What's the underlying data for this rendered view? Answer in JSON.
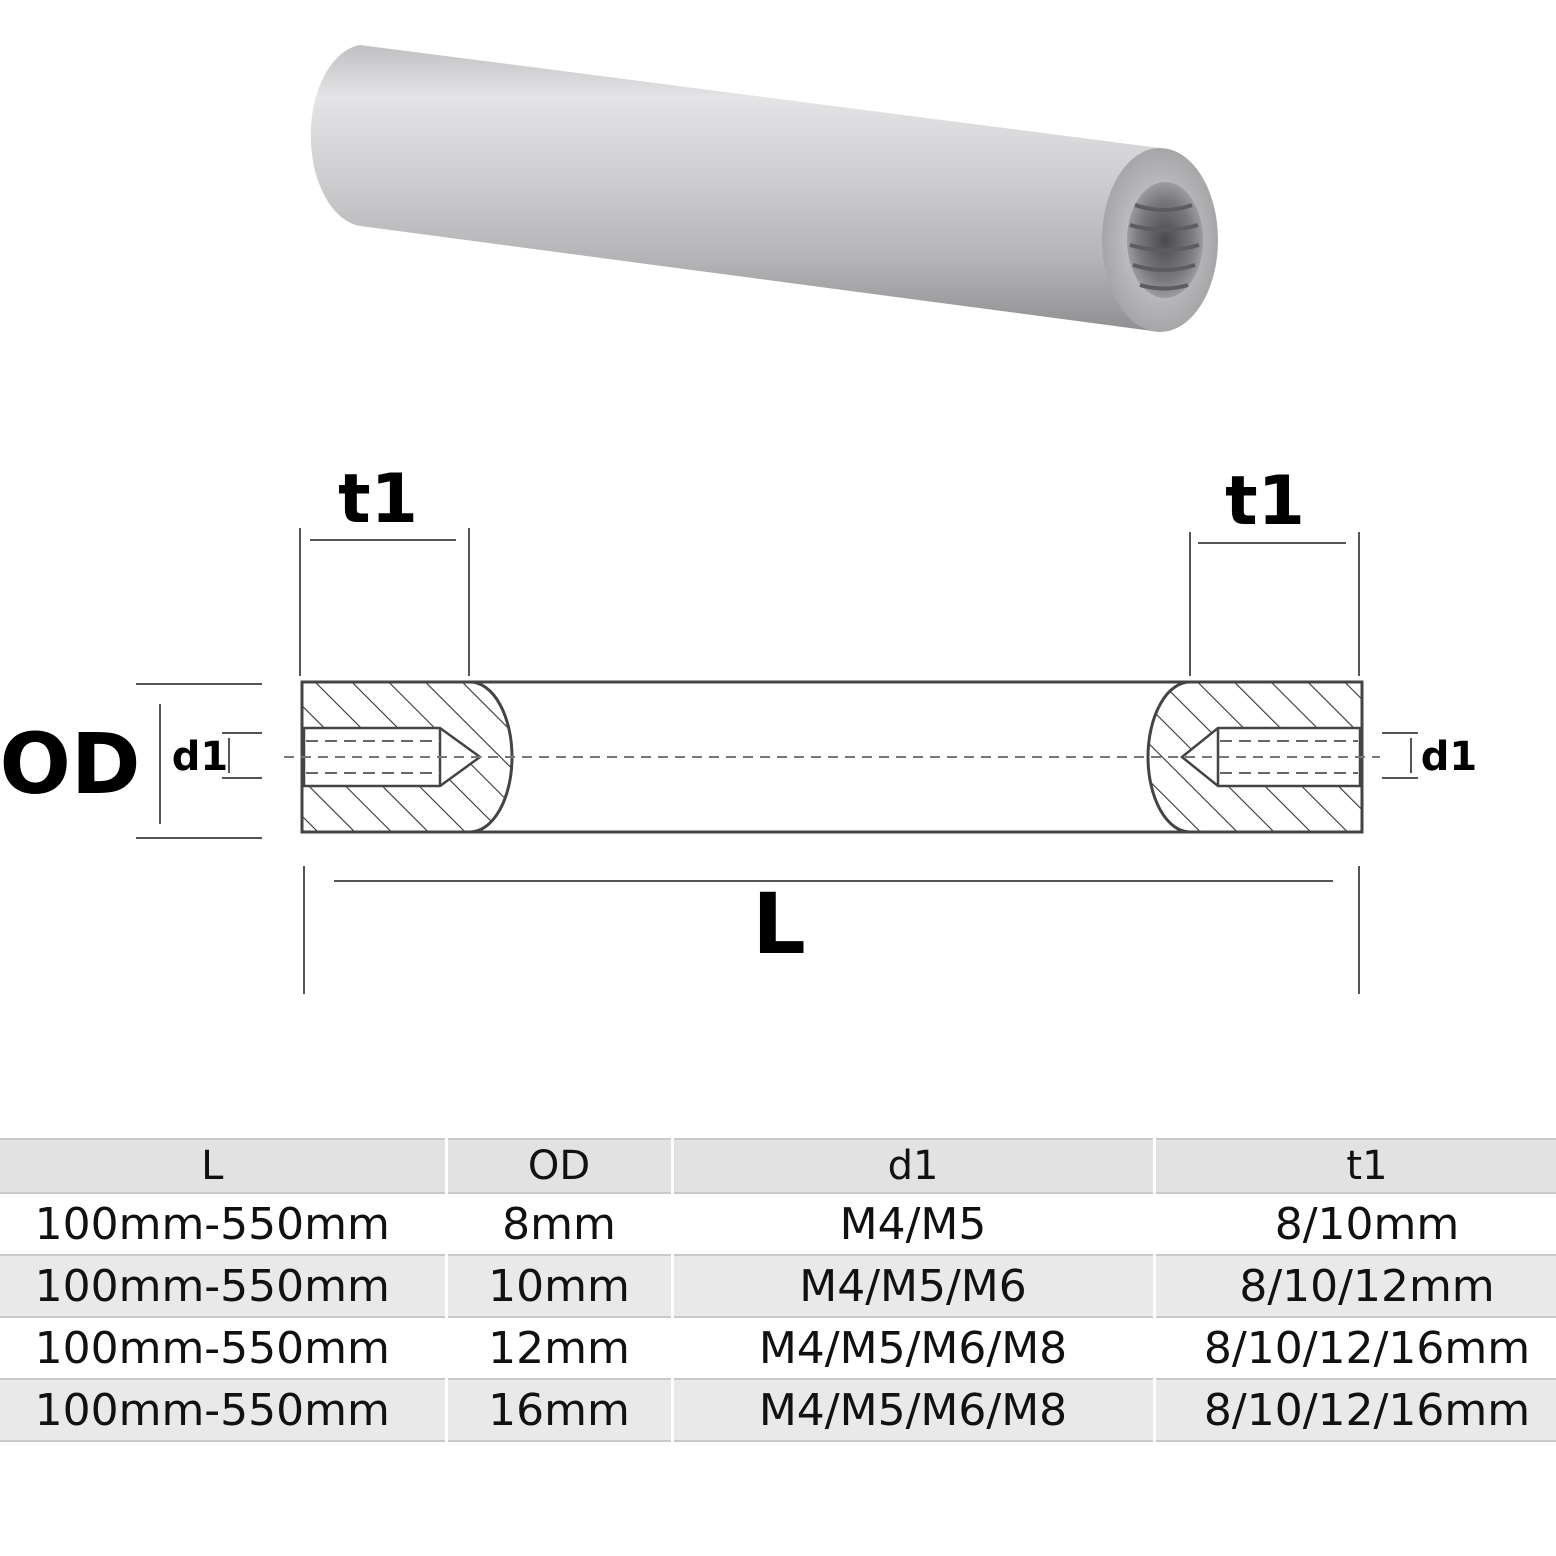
{
  "diagram": {
    "labels": {
      "t1_left": "t1",
      "t1_right": "t1",
      "od": "OD",
      "d1_left": "d1",
      "d1_right": "d1",
      "length": "L"
    }
  },
  "table": {
    "headers": [
      "L",
      "OD",
      "d1",
      "t1"
    ],
    "rows": [
      [
        "100mm-550mm",
        "8mm",
        "M4/M5",
        "8/10mm"
      ],
      [
        "100mm-550mm",
        "10mm",
        "M4/M5/M6",
        "8/10/12mm"
      ],
      [
        "100mm-550mm",
        "12mm",
        "M4/M5/M6/M8",
        "8/10/12/16mm"
      ],
      [
        "100mm-550mm",
        "16mm",
        "M4/M5/M6/M8",
        "8/10/12/16mm"
      ]
    ]
  }
}
